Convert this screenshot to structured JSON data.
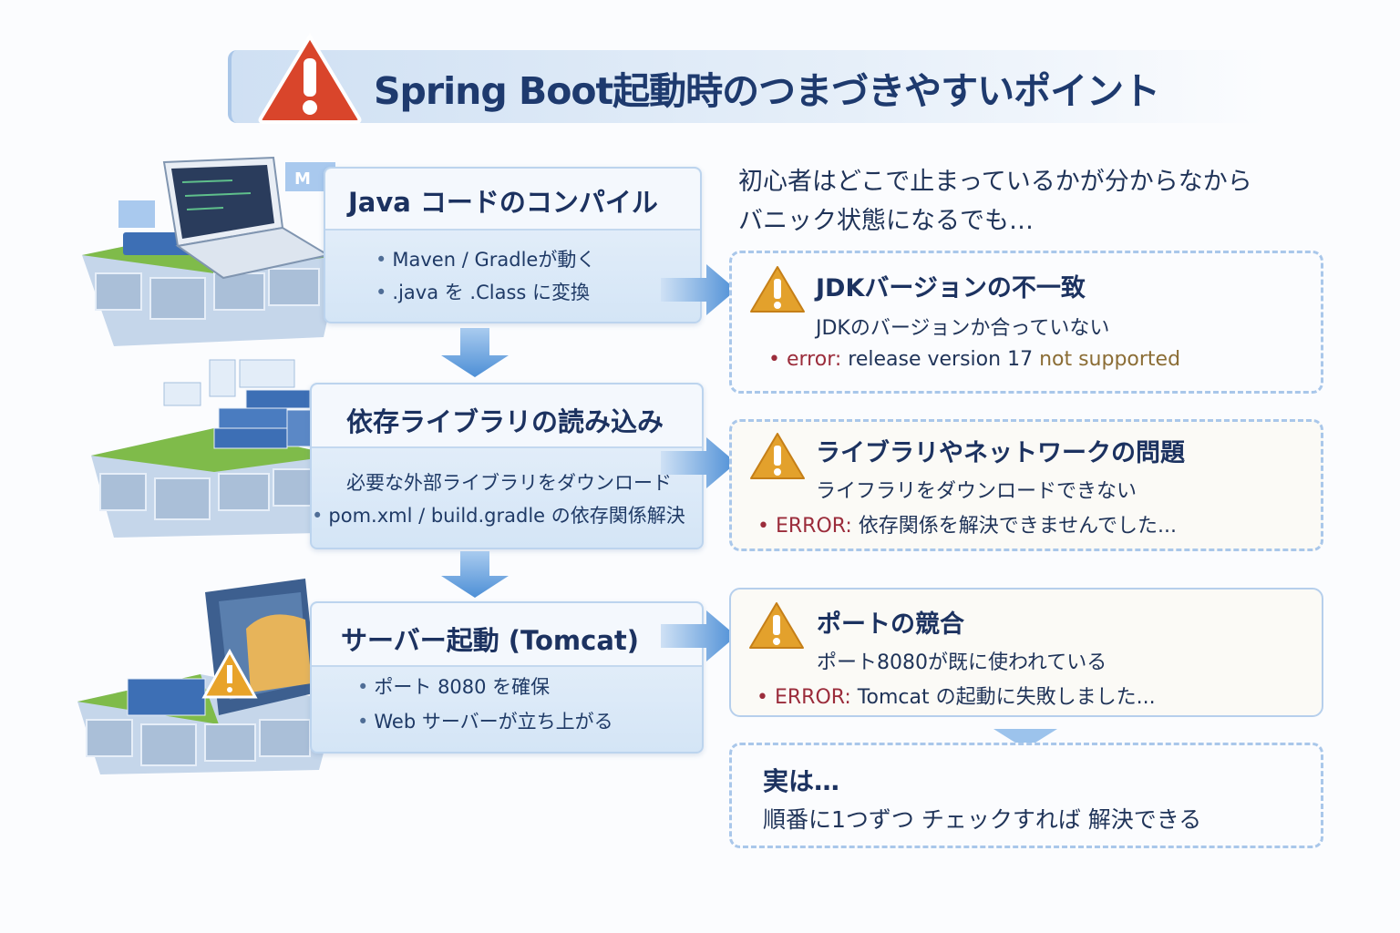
{
  "title": "Spring Boot起動時のつまづきやすいポイント",
  "intro": [
    "初心者はどこで止まっているかが分からなから",
    "バニック状態になるでも…"
  ],
  "steps": [
    {
      "title": "Java コードのコンパイル",
      "items": [
        "Maven / Gradleが動く",
        ".java を .Class に変換"
      ]
    },
    {
      "title": "依存ライブラリの読み込み",
      "items": [
        "必要な外部ライブラリをダウンロード",
        "pom.xml / build.gradle の依存関係解決"
      ]
    },
    {
      "title": "サーバー起動 (Tomcat)",
      "items": [
        "ポート 8080 を確保",
        "Web サーバーが立ち上がる"
      ]
    }
  ],
  "problems": [
    {
      "title": "JDKバージョンの不一致",
      "desc": "JDKのバージョンか合っていない",
      "error_label": "error:",
      "error_text": "release version 17",
      "error_suffix": "not supported"
    },
    {
      "title": "ライブラリやネットワークの問題",
      "desc": "ライフラリをダウンロードできない",
      "error_label": "ERROR:",
      "error_text": "依存関係を解決できませんでした..."
    },
    {
      "title": "ポートの競合",
      "desc": "ポート8080が既に使われている",
      "error_label": "ERROR:",
      "error_text": "Tomcat の起動に失敗しました..."
    }
  ],
  "conclusion": {
    "title": "実は…",
    "text": "順番に1つずつ チェックすれば 解決できる"
  },
  "icons": {
    "laptop_badge": "M"
  },
  "colors": {
    "title": "#1e3a6e",
    "error": "#9b2c3b",
    "warning": "#e0a030",
    "alert": "#d9452b"
  }
}
